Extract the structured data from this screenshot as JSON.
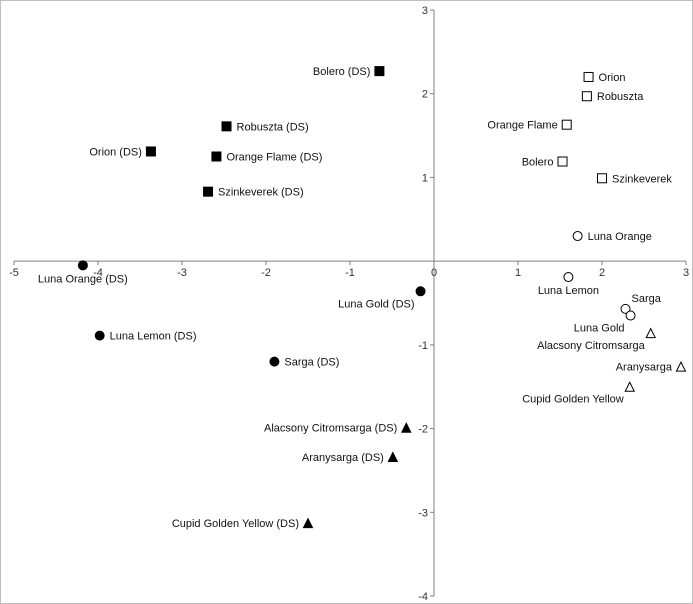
{
  "chart_data": {
    "type": "scatter",
    "title": "",
    "xlabel": "",
    "ylabel": "",
    "xlim": [
      -5,
      3
    ],
    "ylim": [
      -4,
      3
    ],
    "xticks": [
      -5,
      -4,
      -3,
      -2,
      -1,
      0,
      1,
      2,
      3
    ],
    "yticks": [
      -4,
      -3,
      -2,
      -1,
      1,
      2,
      3
    ],
    "grid": false,
    "legend": "none",
    "colors": {
      "filled": "#000000",
      "open": "#000000",
      "axis": "#808080"
    },
    "points": [
      {
        "label": "Bolero (DS)",
        "x": -0.65,
        "y": 2.27,
        "marker": "square",
        "fill": true,
        "pos": "left"
      },
      {
        "label": "Robuszta (DS)",
        "x": -2.47,
        "y": 1.61,
        "marker": "square",
        "fill": true,
        "pos": "right"
      },
      {
        "label": "Orion (DS)",
        "x": -3.37,
        "y": 1.31,
        "marker": "square",
        "fill": true,
        "pos": "left"
      },
      {
        "label": "Orange Flame (DS)",
        "x": -2.59,
        "y": 1.25,
        "marker": "square",
        "fill": true,
        "pos": "right"
      },
      {
        "label": "Szinkeverek (DS)",
        "x": -2.69,
        "y": 0.83,
        "marker": "square",
        "fill": true,
        "pos": "right"
      },
      {
        "label": "Orion",
        "x": 1.84,
        "y": 2.2,
        "marker": "square",
        "fill": false,
        "pos": "right"
      },
      {
        "label": "Robuszta",
        "x": 1.82,
        "y": 1.97,
        "marker": "square",
        "fill": false,
        "pos": "right"
      },
      {
        "label": "Orange Flame",
        "x": 1.58,
        "y": 1.63,
        "marker": "square",
        "fill": false,
        "pos": "left"
      },
      {
        "label": "Bolero",
        "x": 1.53,
        "y": 1.19,
        "marker": "square",
        "fill": false,
        "pos": "left"
      },
      {
        "label": "Szinkeverek",
        "x": 2.0,
        "y": 0.99,
        "marker": "square",
        "fill": false,
        "pos": "right"
      },
      {
        "label": "Luna Orange (DS)",
        "x": -4.18,
        "y": -0.05,
        "marker": "circle",
        "fill": true,
        "pos": "below"
      },
      {
        "label": "Luna Gold (DS)",
        "x": -0.16,
        "y": -0.36,
        "marker": "circle",
        "fill": true,
        "pos": "belowleft"
      },
      {
        "label": "Luna Lemon (DS)",
        "x": -3.98,
        "y": -0.89,
        "marker": "circle",
        "fill": true,
        "pos": "right"
      },
      {
        "label": "Sarga (DS)",
        "x": -1.9,
        "y": -1.2,
        "marker": "circle",
        "fill": true,
        "pos": "right"
      },
      {
        "label": "Luna Orange",
        "x": 1.71,
        "y": 0.3,
        "marker": "circle",
        "fill": false,
        "pos": "right"
      },
      {
        "label": "Luna Lemon",
        "x": 1.6,
        "y": -0.19,
        "marker": "circle",
        "fill": false,
        "pos": "below"
      },
      {
        "label": "Sarga",
        "x": 2.28,
        "y": -0.57,
        "marker": "circle",
        "fill": false,
        "pos": "aboveright"
      },
      {
        "label": "Luna Gold",
        "x": 2.34,
        "y": -0.65,
        "marker": "circle",
        "fill": false,
        "pos": "belowleft"
      },
      {
        "label": "Alacsony Citromsarga (DS)",
        "x": -0.33,
        "y": -1.99,
        "marker": "triangle",
        "fill": true,
        "pos": "left"
      },
      {
        "label": "Aranysarga (DS)",
        "x": -0.49,
        "y": -2.34,
        "marker": "triangle",
        "fill": true,
        "pos": "left"
      },
      {
        "label": "Cupid Golden Yellow (DS)",
        "x": -1.5,
        "y": -3.13,
        "marker": "triangle",
        "fill": true,
        "pos": "left"
      },
      {
        "label": "Alacsony Citromsarga",
        "x": 2.58,
        "y": -0.86,
        "marker": "triangle",
        "fill": false,
        "pos": "belowleft"
      },
      {
        "label": "Aranysarga",
        "x": 2.94,
        "y": -1.26,
        "marker": "triangle",
        "fill": false,
        "pos": "left"
      },
      {
        "label": "Cupid Golden Yellow",
        "x": 2.33,
        "y": -1.5,
        "marker": "triangle",
        "fill": false,
        "pos": "belowleft"
      }
    ]
  }
}
